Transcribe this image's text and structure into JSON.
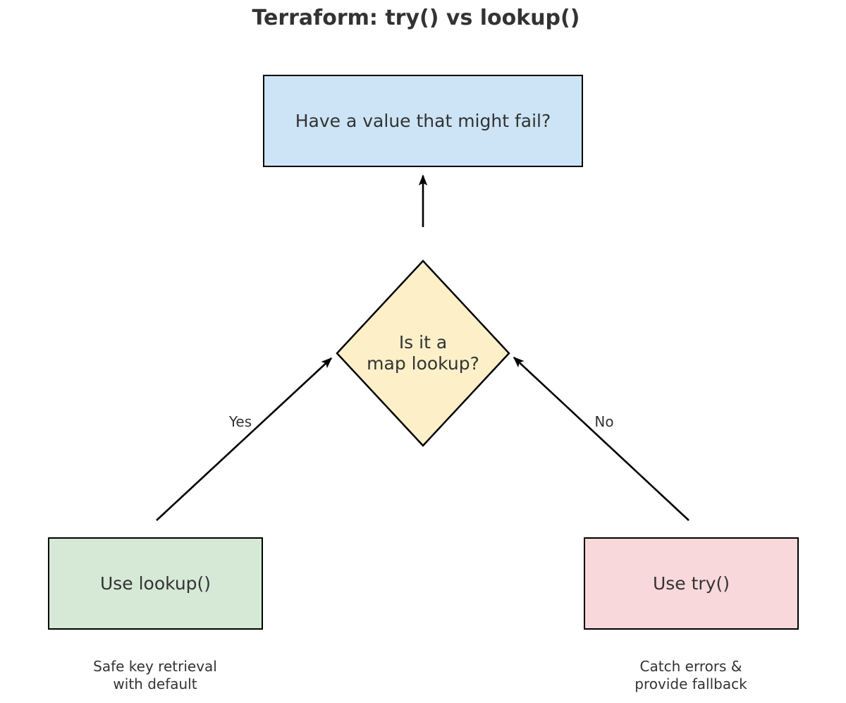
{
  "title": "Terraform: try() vs lookup()",
  "colors": {
    "background": "#ffffff",
    "text": "#333333",
    "shape_border": "#000000",
    "arrow": "#000000",
    "question_fill": "#cce4f6",
    "decision_fill": "#fdf0c9",
    "lookup_fill": "#d5e9d6",
    "try_fill": "#f8d8da"
  },
  "nodes": {
    "question": {
      "type": "rect",
      "label": "Have a value that might fail?",
      "fill": "#cce4f6"
    },
    "decision": {
      "type": "diamond",
      "label": "Is it a\nmap lookup?",
      "fill": "#fdf0c9"
    },
    "lookup": {
      "type": "rect",
      "label": "Use lookup()",
      "fill": "#d5e9d6",
      "caption": "Safe key retrieval\nwith default"
    },
    "try": {
      "type": "rect",
      "label": "Use try()",
      "fill": "#f8d8da",
      "caption": "Catch errors &\nprovide fallback"
    }
  },
  "edges": {
    "decision_to_question": {
      "from": "decision",
      "to": "question",
      "label": ""
    },
    "yes": {
      "from": "lookup",
      "to": "decision",
      "label": "Yes"
    },
    "no": {
      "from": "try",
      "to": "decision",
      "label": "No"
    }
  }
}
